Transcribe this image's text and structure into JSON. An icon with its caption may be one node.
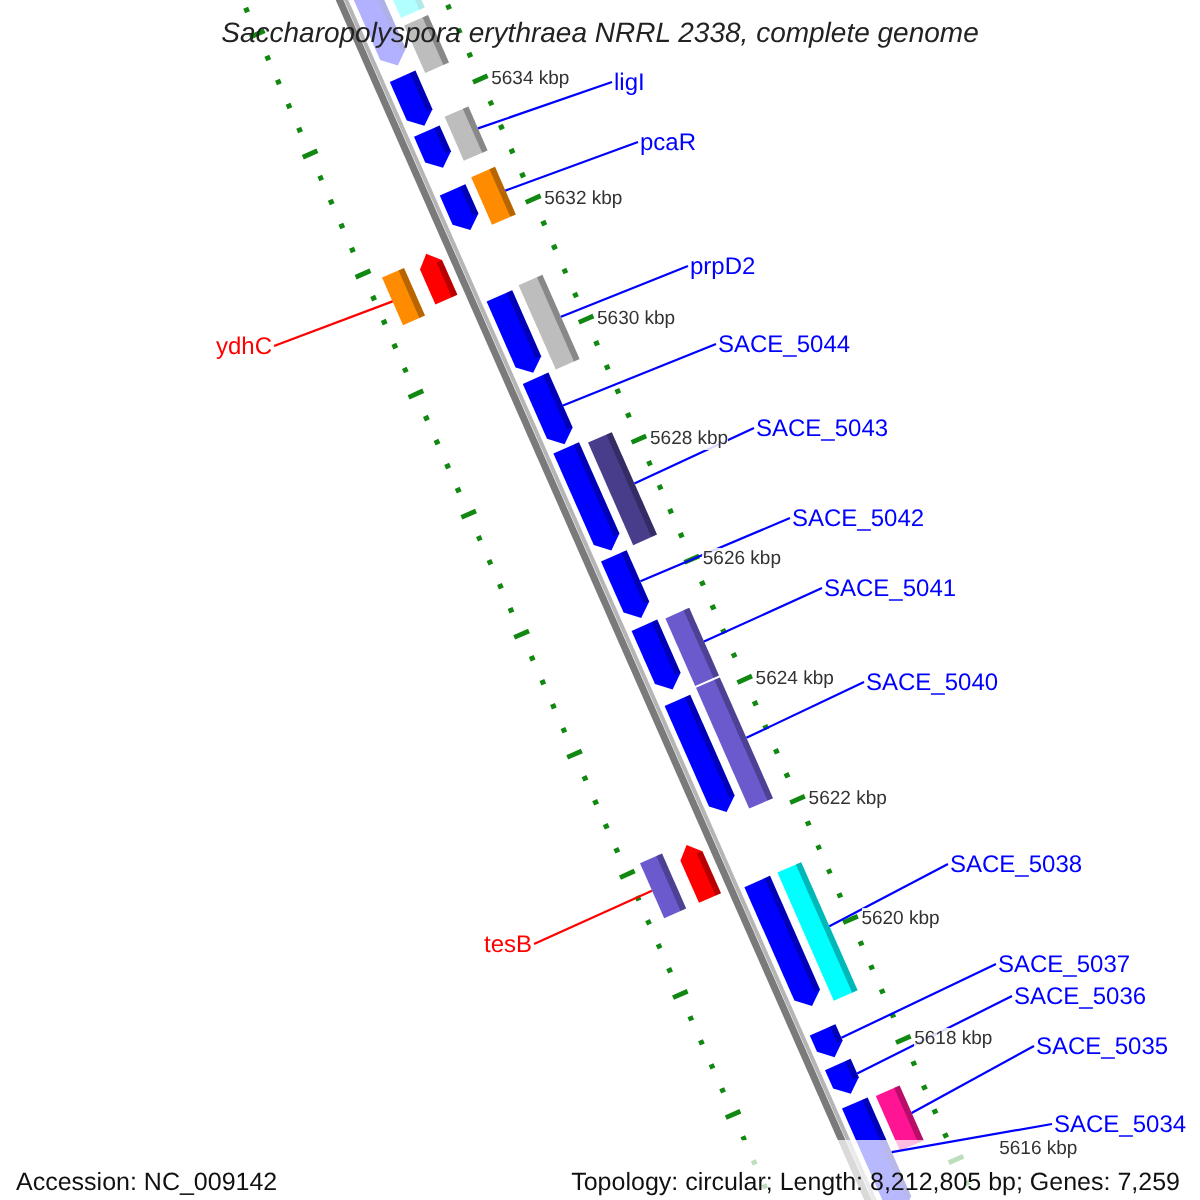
{
  "diagram": {
    "title": "Saccharopolyspora erythraea NRRL 2338, complete genome",
    "nodes": [
      {
        "text": [
          "ligI"
        ]
      },
      {
        "text": [
          "pcaR"
        ]
      },
      {
        "text": [
          "prpD2"
        ]
      },
      {
        "text": [
          "ydhC"
        ]
      },
      {
        "text": [
          "SACE_5044"
        ]
      },
      {
        "text": [
          "SACE_5043"
        ]
      },
      {
        "text": [
          "SACE_5042"
        ]
      },
      {
        "text": [
          "SACE_5041"
        ]
      },
      {
        "text": [
          "SACE_5040"
        ]
      },
      {
        "text": [
          "SACE_5038"
        ]
      },
      {
        "text": [
          "tesB"
        ]
      },
      {
        "text": [
          "SACE_5037"
        ]
      },
      {
        "text": [
          "SACE_5036"
        ]
      },
      {
        "text": [
          "SACE_5035"
        ]
      },
      {
        "text": [
          "SACE_5034"
        ]
      },
      {
        "text": [],
        "shape": "bar"
      },
      {
        "text": [],
        "shape": "bar"
      },
      {
        "text": [],
        "shape": "bar"
      },
      {
        "text": [],
        "shape": "bar"
      },
      {
        "text": [],
        "shape": "bar"
      },
      {
        "text": [],
        "shape": "bar"
      },
      {
        "text": [],
        "shape": "bar"
      },
      {
        "text": [],
        "shape": "bar"
      },
      {
        "text": [],
        "shape": "bar"
      },
      {
        "text": [],
        "shape": "bar"
      },
      {
        "text": [],
        "shape": "bar"
      },
      {
        "text": [],
        "shape": "bar"
      },
      {
        "text": [],
        "shape": "bar"
      },
      {
        "text": [],
        "shape": "bar"
      },
      {
        "text": [],
        "shape": "bar"
      },
      {
        "text": [],
        "shape": "bar"
      },
      {
        "text": [],
        "shape": "bar"
      },
      {
        "text": [],
        "shape": "bar"
      },
      {
        "text": [],
        "shape": "bar"
      },
      {
        "text": [],
        "shape": "bar"
      },
      {
        "text": [],
        "shape": "bar"
      },
      {
        "text": [],
        "shape": "bar"
      },
      {
        "text": [],
        "shape": "bar"
      },
      {
        "text": [],
        "shape": "bar"
      },
      {
        "text": [],
        "shape": "bar"
      },
      {
        "text": [],
        "shape": "bar"
      },
      {
        "text": [],
        "shape": "bar"
      },
      {
        "text": [],
        "shape": "bar"
      }
    ],
    "edges": [
      {
        "from": 0,
        "to": 19,
        "arrow": "none"
      },
      {
        "from": 1,
        "to": 21,
        "arrow": "none"
      },
      {
        "from": 2,
        "to": 25,
        "arrow": "none"
      },
      {
        "from": 3,
        "to": 24,
        "arrow": "none",
        "color": "#ff0000"
      },
      {
        "from": 4,
        "to": 27,
        "arrow": "none"
      },
      {
        "from": 5,
        "to": 29,
        "arrow": "none"
      },
      {
        "from": 6,
        "to": 30,
        "arrow": "none"
      },
      {
        "from": 7,
        "to": 32,
        "arrow": "none"
      },
      {
        "from": 8,
        "to": 33,
        "arrow": "none"
      },
      {
        "from": 9,
        "to": 38,
        "arrow": "none"
      },
      {
        "from": 10,
        "to": 35,
        "arrow": "none",
        "color": "#ff0000"
      },
      {
        "from": 11,
        "to": 39,
        "arrow": "none"
      },
      {
        "from": 12,
        "to": 40,
        "arrow": "none"
      },
      {
        "from": 13,
        "to": 42,
        "arrow": "none"
      },
      {
        "from": 14,
        "to": 41,
        "arrow": "none"
      }
    ],
    "labels": [
      "5634 kbp",
      "5632 kbp",
      "5630 kbp",
      "5628 kbp",
      "5626 kbp",
      "5624 kbp",
      "5622 kbp",
      "5620 kbp",
      "5618 kbp",
      "5616 kbp",
      "Accession: NC_009142",
      "Topology: circular; Length: 8,212,805 bp; Genes: 7,259"
    ]
  }
}
